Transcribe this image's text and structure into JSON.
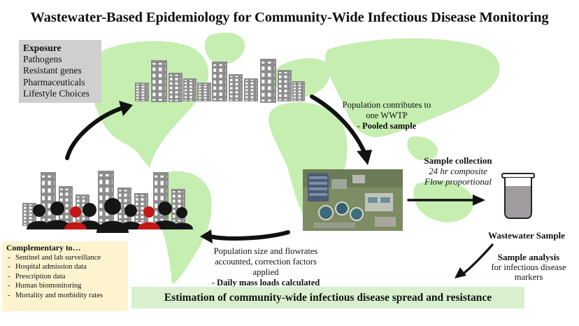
{
  "title": "Wastewater-Based Epidemiology for Community-Wide Infectious Disease  Monitoring",
  "exposure": {
    "heading": "Exposure",
    "items": [
      "Pathogens",
      "Resistant genes",
      "Pharmaceuticals",
      "Lifestyle Choices"
    ]
  },
  "population_to_wwtp": {
    "line1": "Population contributes to",
    "line2": "one WWTP",
    "line3": "- Pooled sample"
  },
  "sample_collection": {
    "heading": "Sample collection",
    "line1": "24 hr composite",
    "line2": "Flow proportional"
  },
  "wastewater_sample": {
    "label": "Wastewater Sample"
  },
  "sample_analysis": {
    "heading": "Sample analysis",
    "line1": "for infectious disease",
    "line2": "markers"
  },
  "population_size": {
    "line1": "Population size and flowrates",
    "line2": "accounted, correction factors applied",
    "line3": "- Daily mass loads calculated"
  },
  "complementary": {
    "heading": "Complementary to…",
    "items": [
      "Sentinel and lab surveillance",
      "Hospital admission data",
      "Prescription data",
      "Human biomonitoring",
      "Mortality and morbidity rates"
    ]
  },
  "estimation": "Estimation of community-wide infectious disease spread and resistance",
  "colors": {
    "map_green": "#c5eeb0",
    "building_gray": "#8c8c8c",
    "people_black": "#151515",
    "people_red": "#c41717",
    "exposure_box": "#cfcfcf",
    "complementary_box": "#fdf3cf",
    "estimation_bar": "#d9f0cf",
    "arrow": "#111111"
  }
}
